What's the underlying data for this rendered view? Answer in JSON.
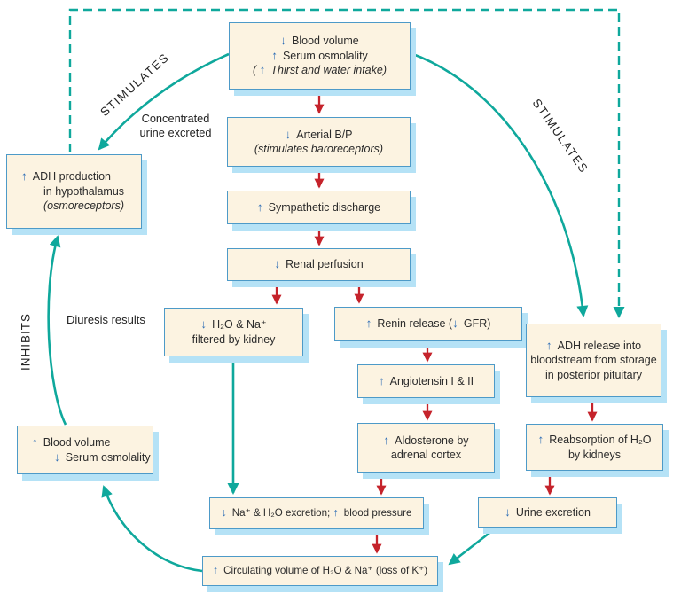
{
  "colors": {
    "teal": "#0fa89c",
    "red": "#c5232b",
    "blue_arrow": "#2f6eb6",
    "box_fill": "#fcf3e1",
    "box_border": "#4d9ac8",
    "box_shadow": "#b5e2f6",
    "text": "#2b2b2b"
  },
  "icons": {
    "up": "↑",
    "down": "↓"
  },
  "labels": {
    "stimulates_left": "STIMULATES",
    "stimulates_right": "STIMULATES",
    "inhibits": "INHIBITS",
    "concentrated_1": "Concentrated",
    "concentrated_2": "urine excreted",
    "diuresis": "Diuresis results"
  },
  "boxes": {
    "top": {
      "lines": [
        [
          {
            "a": "down"
          },
          {
            "t": "Blood volume"
          }
        ],
        [
          {
            "a": "up"
          },
          {
            "t": "Serum osmolality"
          }
        ],
        [
          {
            "t": "( ",
            "i": true
          },
          {
            "a": "up"
          },
          {
            "t": "Thirst and water intake)",
            "i": true
          }
        ]
      ]
    },
    "arterial": {
      "lines": [
        [
          {
            "a": "down"
          },
          {
            "t": "Arterial B/P"
          }
        ],
        [
          {
            "t": "(stimulates baroreceptors)",
            "i": true
          }
        ]
      ]
    },
    "sympathetic": {
      "lines": [
        [
          {
            "a": "up"
          },
          {
            "t": "Sympathetic discharge"
          }
        ]
      ]
    },
    "renal": {
      "lines": [
        [
          {
            "a": "down"
          },
          {
            "t": "Renal perfusion"
          }
        ]
      ]
    },
    "h2o_filtered": {
      "lines": [
        [
          {
            "a": "down"
          },
          {
            "t": "H₂O & Na⁺"
          }
        ],
        [
          {
            "t": "filtered by kidney"
          }
        ]
      ]
    },
    "renin": {
      "lines": [
        [
          {
            "a": "up"
          },
          {
            "t": "Renin release ("
          },
          {
            "a": "down"
          },
          {
            "t": "GFR)"
          }
        ]
      ]
    },
    "angiotensin": {
      "lines": [
        [
          {
            "a": "up"
          },
          {
            "t": "Angiotensin I & II"
          }
        ]
      ]
    },
    "aldosterone": {
      "lines": [
        [
          {
            "a": "up"
          },
          {
            "t": "Aldosterone by"
          }
        ],
        [
          {
            "t": "adrenal cortex"
          }
        ]
      ]
    },
    "excretion": {
      "lines": [
        [
          {
            "a": "down"
          },
          {
            "t": "Na⁺ & H₂O excretion; "
          },
          {
            "a": "up"
          },
          {
            "t": "blood pressure"
          }
        ]
      ]
    },
    "circulating": {
      "lines": [
        [
          {
            "a": "up"
          },
          {
            "t": "Circulating volume of H₂O & Na⁺ (loss of K⁺)"
          }
        ]
      ]
    },
    "adh_release": {
      "lines": [
        [
          {
            "a": "up"
          },
          {
            "t": "ADH release into"
          }
        ],
        [
          {
            "t": "bloodstream from storage"
          }
        ],
        [
          {
            "t": "in posterior pituitary"
          }
        ]
      ]
    },
    "reabsorption": {
      "lines": [
        [
          {
            "a": "up"
          },
          {
            "t": "Reabsorption of H₂O"
          }
        ],
        [
          {
            "t": "by kidneys"
          }
        ]
      ]
    },
    "urine": {
      "lines": [
        [
          {
            "a": "down"
          },
          {
            "t": "Urine excretion"
          }
        ]
      ]
    },
    "adh_production": {
      "lines": [
        [
          {
            "a": "up"
          },
          {
            "t": "ADH production"
          }
        ],
        [
          {
            "t": "in hypothalamus"
          }
        ],
        [
          {
            "t": "(osmoreceptors)",
            "i": true
          }
        ]
      ]
    },
    "blood_volume2": {
      "lines": [
        [
          {
            "a": "up"
          },
          {
            "t": "Blood volume"
          }
        ],
        [
          {
            "a": "down"
          },
          {
            "t": "Serum osmolality"
          }
        ]
      ]
    }
  }
}
